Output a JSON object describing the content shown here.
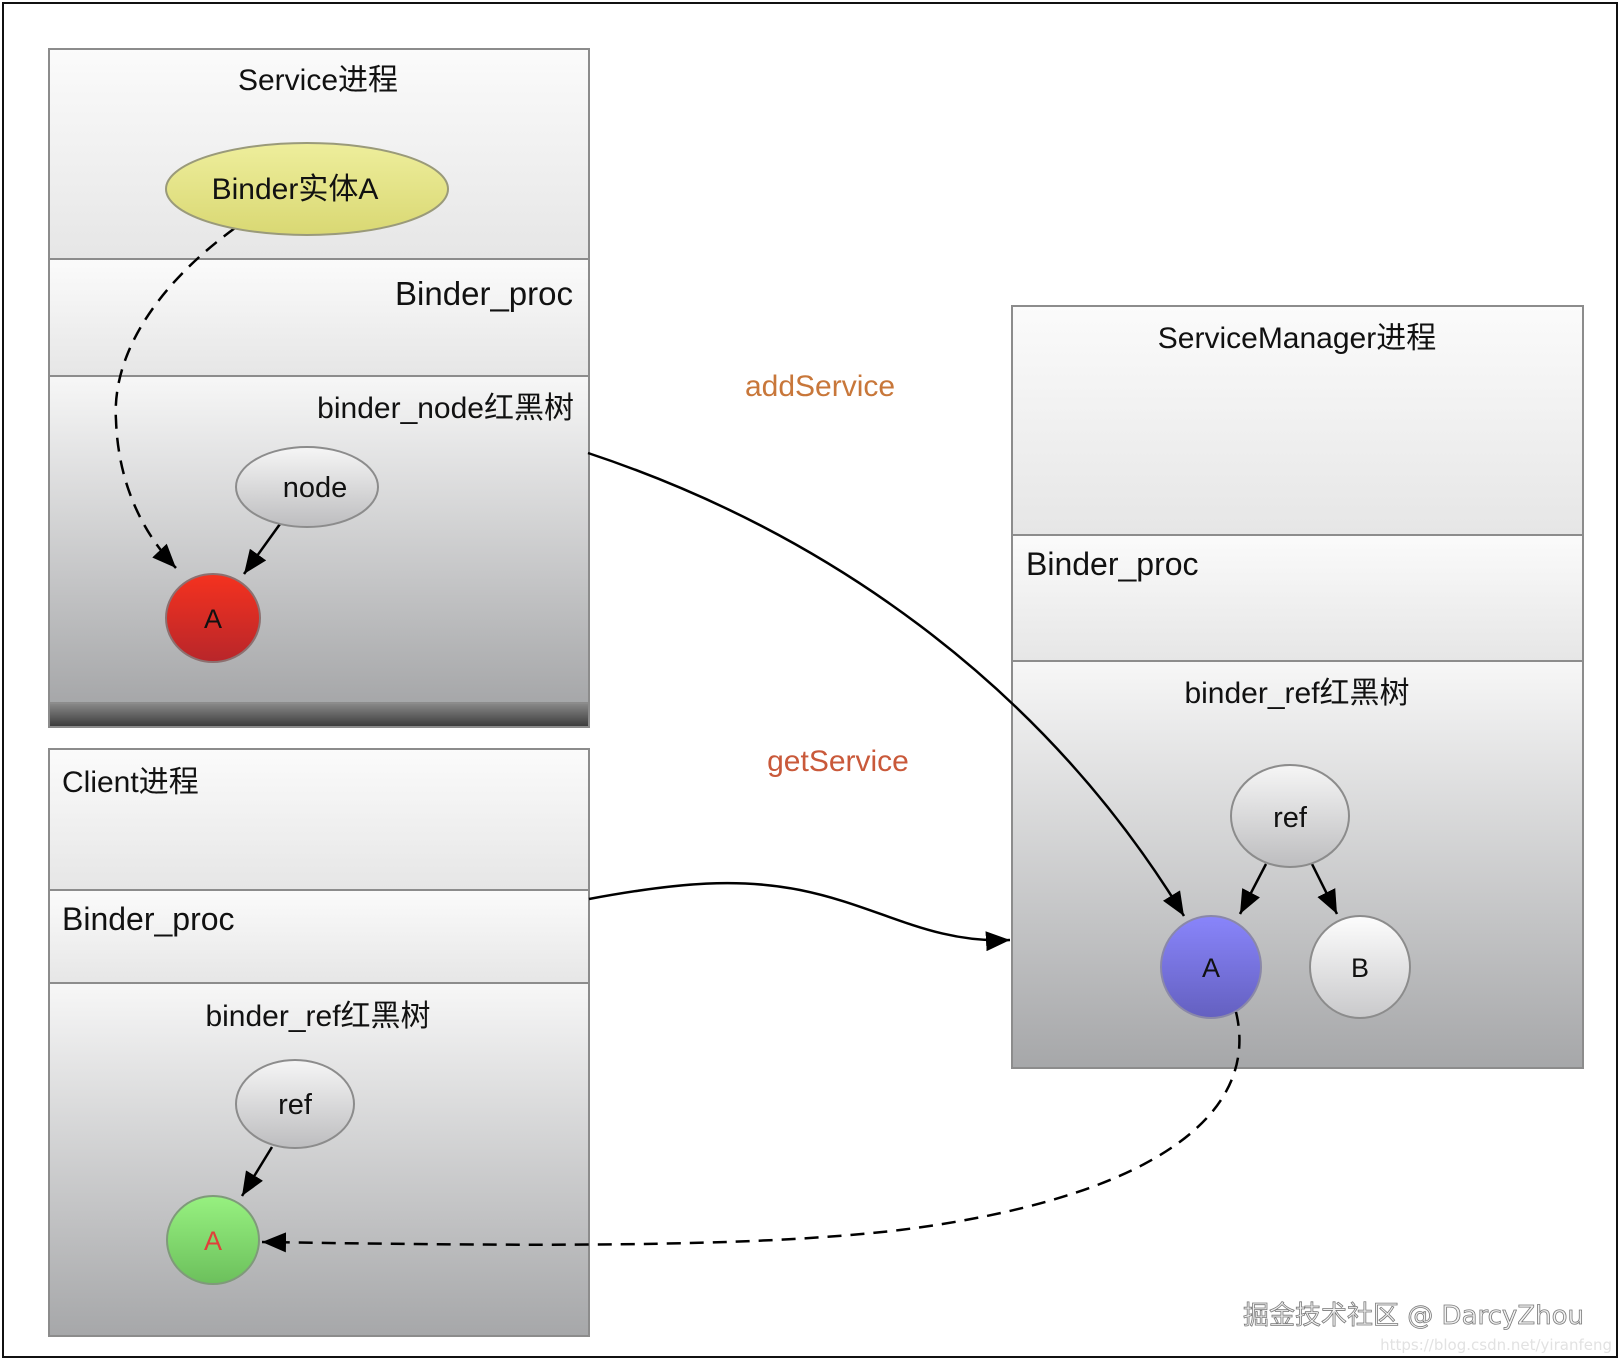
{
  "diagram": {
    "processes": {
      "service": {
        "title": "Service进程",
        "proc_label": "Binder_proc",
        "tree_label": "binder_node红黑树",
        "entity_label": "Binder实体A",
        "node_label": "node",
        "leaf_label": "A",
        "leaf_color": "#E5261F"
      },
      "client": {
        "title": "Client进程",
        "proc_label": "Binder_proc",
        "tree_label": "binder_ref红黑树",
        "ref_label": "ref",
        "leaf_label": "A",
        "leaf_color": "#7ED96B",
        "leaf_text_color": "#E0403A"
      },
      "service_manager": {
        "title": "ServiceManager进程",
        "proc_label": "Binder_proc",
        "tree_label": "binder_ref红黑树",
        "ref_label": "ref",
        "leaf_a_label": "A",
        "leaf_a_color": "#7B78E8",
        "leaf_b_label": "B"
      }
    },
    "edges": {
      "add_service": {
        "label": "addService",
        "color": "#C8773A"
      },
      "get_service": {
        "label": "getService",
        "color": "#C9593A"
      }
    },
    "entity_color": "#E6E58A"
  },
  "watermark": {
    "primary": "掘金技术社区 @ DarcyZhou",
    "secondary": "https://blog.csdn.net/yiranfeng"
  }
}
